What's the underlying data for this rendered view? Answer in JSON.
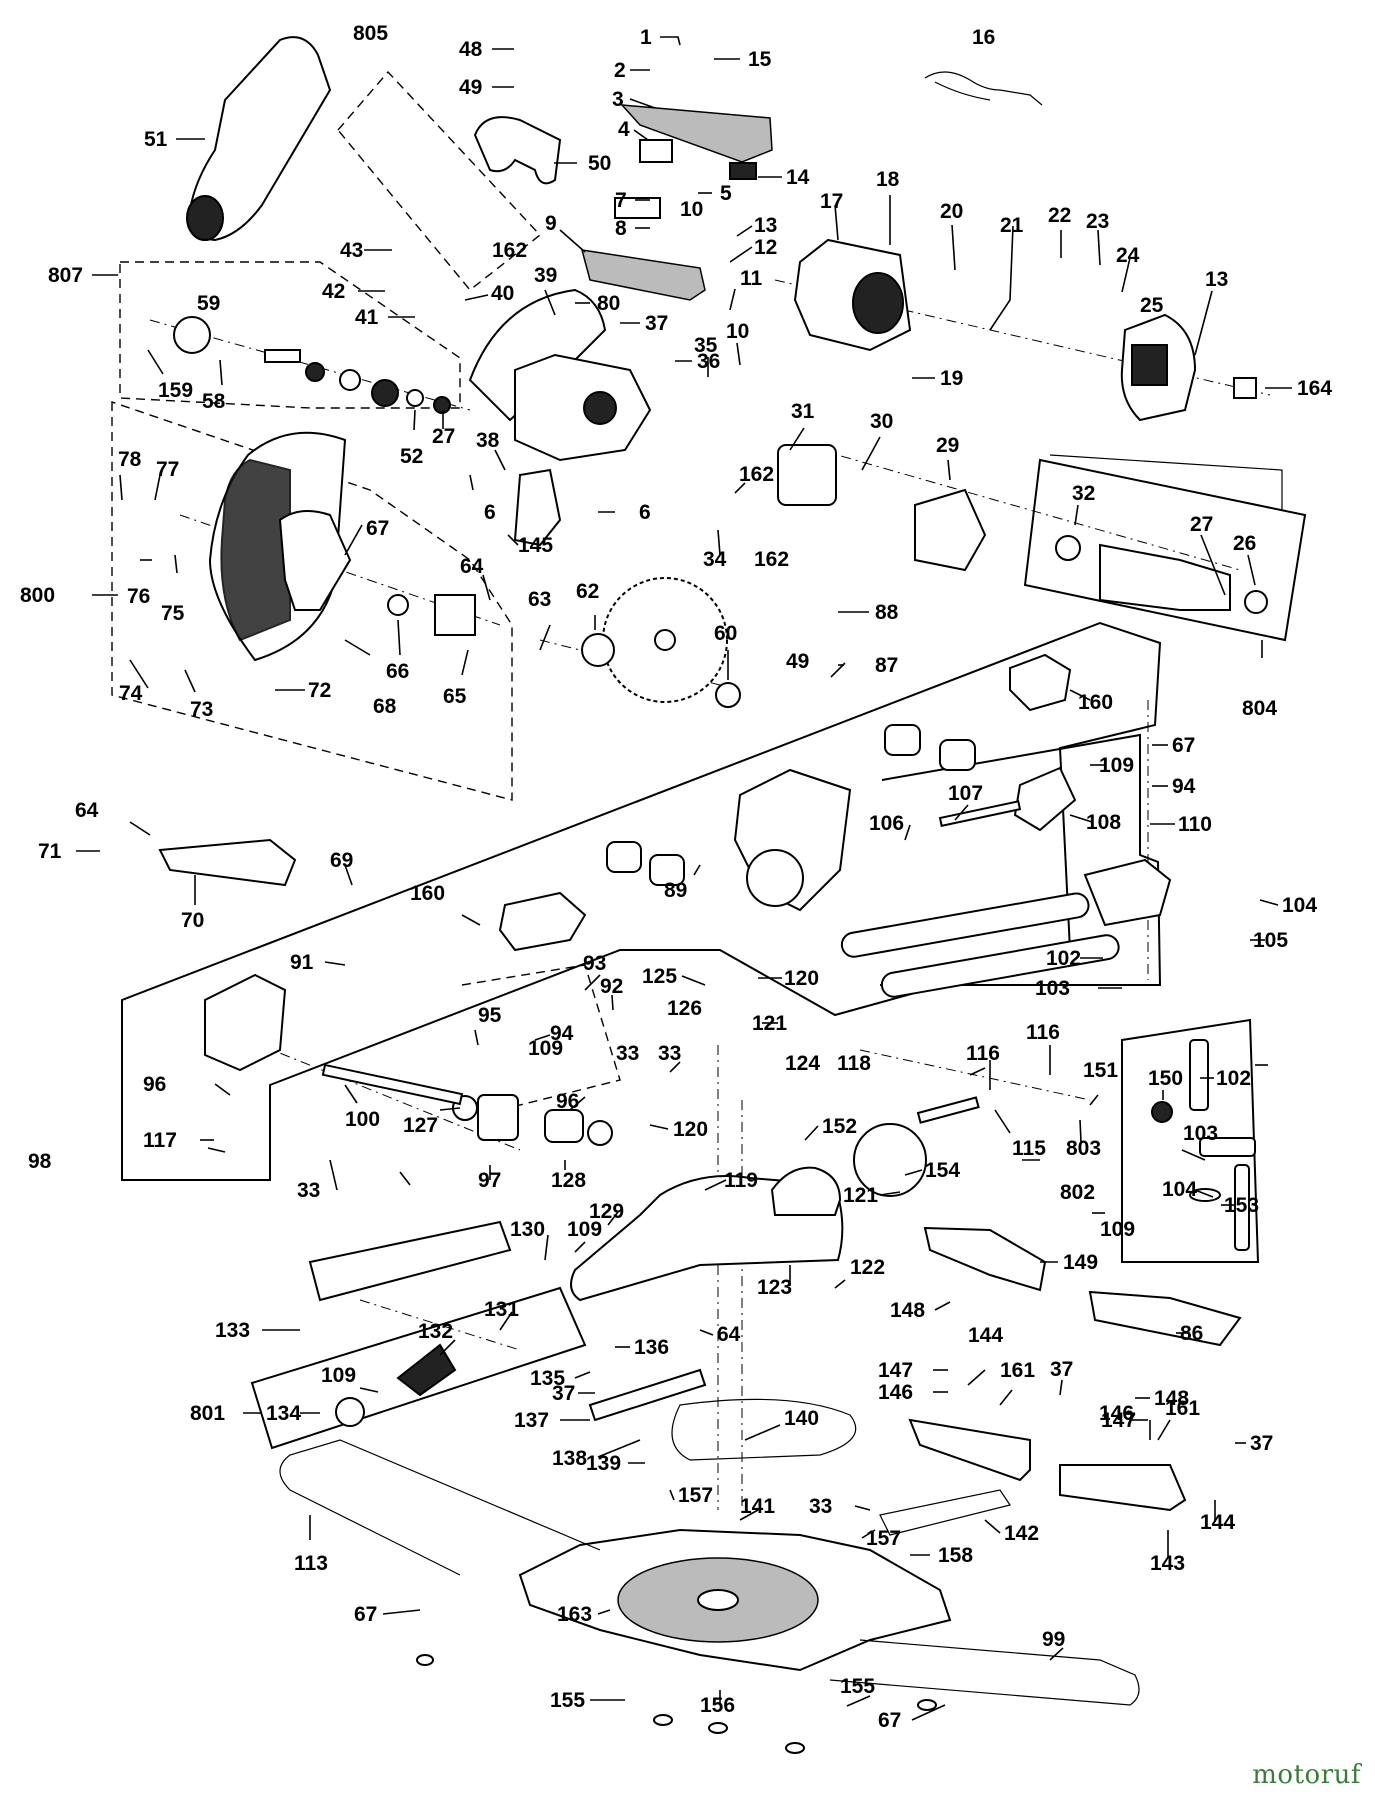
{
  "watermark": "motoruf",
  "colors": {
    "ink": "#000000",
    "paper": "#ffffff",
    "watermark": "#3a7d3a"
  },
  "callouts": [
    {
      "id": "c805a",
      "label": "805"
    },
    {
      "id": "c48",
      "label": "48"
    },
    {
      "id": "c1",
      "label": "1"
    },
    {
      "id": "c15",
      "label": "15"
    },
    {
      "id": "c16",
      "label": "16"
    },
    {
      "id": "c2",
      "label": "2"
    },
    {
      "id": "c49a",
      "label": "49"
    },
    {
      "id": "c3",
      "label": "3"
    },
    {
      "id": "c51",
      "label": "51"
    },
    {
      "id": "c4",
      "label": "4"
    },
    {
      "id": "c50",
      "label": "50"
    },
    {
      "id": "c14",
      "label": "14"
    },
    {
      "id": "c5",
      "label": "5"
    },
    {
      "id": "c18",
      "label": "18"
    },
    {
      "id": "c7",
      "label": "7"
    },
    {
      "id": "c10a",
      "label": "10"
    },
    {
      "id": "c17",
      "label": "17"
    },
    {
      "id": "c20",
      "label": "20"
    },
    {
      "id": "c8",
      "label": "8"
    },
    {
      "id": "c9",
      "label": "9"
    },
    {
      "id": "c13a",
      "label": "13"
    },
    {
      "id": "c21",
      "label": "21"
    },
    {
      "id": "c22",
      "label": "22"
    },
    {
      "id": "c23",
      "label": "23"
    },
    {
      "id": "c43",
      "label": "43"
    },
    {
      "id": "c162a",
      "label": "162"
    },
    {
      "id": "c12",
      "label": "12"
    },
    {
      "id": "c24",
      "label": "24"
    },
    {
      "id": "c13b",
      "label": "13"
    },
    {
      "id": "c807",
      "label": "807"
    },
    {
      "id": "c39",
      "label": "39"
    },
    {
      "id": "c11",
      "label": "11"
    },
    {
      "id": "c42",
      "label": "42"
    },
    {
      "id": "c40",
      "label": "40"
    },
    {
      "id": "c80",
      "label": "80"
    },
    {
      "id": "c25",
      "label": "25"
    },
    {
      "id": "c59",
      "label": "59"
    },
    {
      "id": "c41",
      "label": "41"
    },
    {
      "id": "c37a",
      "label": "37"
    },
    {
      "id": "c10b",
      "label": "10"
    },
    {
      "id": "c35",
      "label": "35"
    },
    {
      "id": "c36",
      "label": "36"
    },
    {
      "id": "c19",
      "label": "19"
    },
    {
      "id": "c164",
      "label": "164"
    },
    {
      "id": "c159",
      "label": "159"
    },
    {
      "id": "c58",
      "label": "58"
    },
    {
      "id": "c31",
      "label": "31"
    },
    {
      "id": "c30",
      "label": "30"
    },
    {
      "id": "c52",
      "label": "52"
    },
    {
      "id": "c27a",
      "label": "27"
    },
    {
      "id": "c38",
      "label": "38"
    },
    {
      "id": "c29",
      "label": "29"
    },
    {
      "id": "c78",
      "label": "78"
    },
    {
      "id": "c77",
      "label": "77"
    },
    {
      "id": "c162b",
      "label": "162"
    },
    {
      "id": "c32",
      "label": "32"
    },
    {
      "id": "c6a",
      "label": "6"
    },
    {
      "id": "c6b",
      "label": "6"
    },
    {
      "id": "c67a",
      "label": "67"
    },
    {
      "id": "c27b",
      "label": "27"
    },
    {
      "id": "c26",
      "label": "26"
    },
    {
      "id": "c145",
      "label": "145"
    },
    {
      "id": "c34",
      "label": "34"
    },
    {
      "id": "c162c",
      "label": "162"
    },
    {
      "id": "c64a",
      "label": "64"
    },
    {
      "id": "c76",
      "label": "76"
    },
    {
      "id": "c75",
      "label": "75"
    },
    {
      "id": "c800",
      "label": "800"
    },
    {
      "id": "c63",
      "label": "63"
    },
    {
      "id": "c62",
      "label": "62"
    },
    {
      "id": "c88",
      "label": "88"
    },
    {
      "id": "c66",
      "label": "66"
    },
    {
      "id": "c60",
      "label": "60"
    },
    {
      "id": "c49b",
      "label": "49"
    },
    {
      "id": "c87",
      "label": "87"
    },
    {
      "id": "c68",
      "label": "68"
    },
    {
      "id": "c72",
      "label": "72"
    },
    {
      "id": "c74",
      "label": "74"
    },
    {
      "id": "c73",
      "label": "73"
    },
    {
      "id": "c65",
      "label": "65"
    },
    {
      "id": "c804",
      "label": "804"
    },
    {
      "id": "c160a",
      "label": "160"
    },
    {
      "id": "c67b",
      "label": "67"
    },
    {
      "id": "c109a",
      "label": "109"
    },
    {
      "id": "c94a",
      "label": "94"
    },
    {
      "id": "c107",
      "label": "107"
    },
    {
      "id": "c64b",
      "label": "64"
    },
    {
      "id": "c106",
      "label": "106"
    },
    {
      "id": "c108",
      "label": "108"
    },
    {
      "id": "c110",
      "label": "110"
    },
    {
      "id": "c71",
      "label": "71"
    },
    {
      "id": "c69",
      "label": "69"
    },
    {
      "id": "c70",
      "label": "70"
    },
    {
      "id": "c89",
      "label": "89"
    },
    {
      "id": "c104a",
      "label": "104"
    },
    {
      "id": "c160b",
      "label": "160"
    },
    {
      "id": "c105",
      "label": "105"
    },
    {
      "id": "c91",
      "label": "91"
    },
    {
      "id": "c93",
      "label": "93"
    },
    {
      "id": "c125",
      "label": "125"
    },
    {
      "id": "c120a",
      "label": "120"
    },
    {
      "id": "c92",
      "label": "92"
    },
    {
      "id": "c102a",
      "label": "102"
    },
    {
      "id": "c103a",
      "label": "103"
    },
    {
      "id": "c126",
      "label": "126"
    },
    {
      "id": "c121a",
      "label": "121"
    },
    {
      "id": "c95",
      "label": "95"
    },
    {
      "id": "c94b",
      "label": "94"
    },
    {
      "id": "c116b",
      "label": "116"
    },
    {
      "id": "c33a",
      "label": "33"
    },
    {
      "id": "c33b",
      "label": "33"
    },
    {
      "id": "c109b",
      "label": "109"
    },
    {
      "id": "c124",
      "label": "124"
    },
    {
      "id": "c118",
      "label": "118"
    },
    {
      "id": "c116a",
      "label": "116"
    },
    {
      "id": "c151",
      "label": "151"
    },
    {
      "id": "c150",
      "label": "150"
    },
    {
      "id": "c102b",
      "label": "102"
    },
    {
      "id": "c96a",
      "label": "96"
    },
    {
      "id": "c100",
      "label": "100"
    },
    {
      "id": "c96b",
      "label": "96"
    },
    {
      "id": "c127",
      "label": "127"
    },
    {
      "id": "c120b",
      "label": "120"
    },
    {
      "id": "c152",
      "label": "152"
    },
    {
      "id": "c103b",
      "label": "103"
    },
    {
      "id": "c117",
      "label": "117"
    },
    {
      "id": "c115",
      "label": "115"
    },
    {
      "id": "c803",
      "label": "803"
    },
    {
      "id": "c98",
      "label": "98"
    },
    {
      "id": "c97",
      "label": "97"
    },
    {
      "id": "c128",
      "label": "128"
    },
    {
      "id": "c119",
      "label": "119"
    },
    {
      "id": "c154",
      "label": "154"
    },
    {
      "id": "c104b",
      "label": "104"
    },
    {
      "id": "c33c",
      "label": "33"
    },
    {
      "id": "c802",
      "label": "802"
    },
    {
      "id": "c121b",
      "label": "121"
    },
    {
      "id": "c153",
      "label": "153"
    },
    {
      "id": "c109c",
      "label": "109"
    },
    {
      "id": "c129",
      "label": "129"
    },
    {
      "id": "c130",
      "label": "130"
    },
    {
      "id": "c109d",
      "label": "109"
    },
    {
      "id": "c149",
      "label": "149"
    },
    {
      "id": "c122",
      "label": "122"
    },
    {
      "id": "c123",
      "label": "123"
    },
    {
      "id": "c131",
      "label": "131"
    },
    {
      "id": "c148a",
      "label": "148"
    },
    {
      "id": "c64c",
      "label": "64"
    },
    {
      "id": "c133",
      "label": "133"
    },
    {
      "id": "c86",
      "label": "86"
    },
    {
      "id": "c132",
      "label": "132"
    },
    {
      "id": "c136",
      "label": "136"
    },
    {
      "id": "c144a",
      "label": "144"
    },
    {
      "id": "c37b",
      "label": "37"
    },
    {
      "id": "c147a",
      "label": "147"
    },
    {
      "id": "c135",
      "label": "135"
    },
    {
      "id": "c146a",
      "label": "146"
    },
    {
      "id": "c148b",
      "label": "148"
    },
    {
      "id": "c109e",
      "label": "109"
    },
    {
      "id": "c161a",
      "label": "161"
    },
    {
      "id": "c801",
      "label": "801"
    },
    {
      "id": "c37c",
      "label": "37"
    },
    {
      "id": "c147b",
      "label": "147"
    },
    {
      "id": "c134",
      "label": "134"
    },
    {
      "id": "c137",
      "label": "137"
    },
    {
      "id": "c140",
      "label": "140"
    },
    {
      "id": "c146b",
      "label": "146"
    },
    {
      "id": "c161b",
      "label": "161"
    },
    {
      "id": "c37d",
      "label": "37"
    },
    {
      "id": "c138",
      "label": "138"
    },
    {
      "id": "c139",
      "label": "139"
    },
    {
      "id": "c157a",
      "label": "157"
    },
    {
      "id": "c33d",
      "label": "33"
    },
    {
      "id": "c141",
      "label": "141"
    },
    {
      "id": "c142",
      "label": "142"
    },
    {
      "id": "c144b",
      "label": "144"
    },
    {
      "id": "c113",
      "label": "113"
    },
    {
      "id": "c157b",
      "label": "157"
    },
    {
      "id": "c158",
      "label": "158"
    },
    {
      "id": "c143",
      "label": "143"
    },
    {
      "id": "c67c",
      "label": "67"
    },
    {
      "id": "c163",
      "label": "163"
    },
    {
      "id": "c99",
      "label": "99"
    },
    {
      "id": "c155a",
      "label": "155"
    },
    {
      "id": "c155b",
      "label": "155"
    },
    {
      "id": "c156",
      "label": "156"
    },
    {
      "id": "c67d",
      "label": "67"
    }
  ]
}
